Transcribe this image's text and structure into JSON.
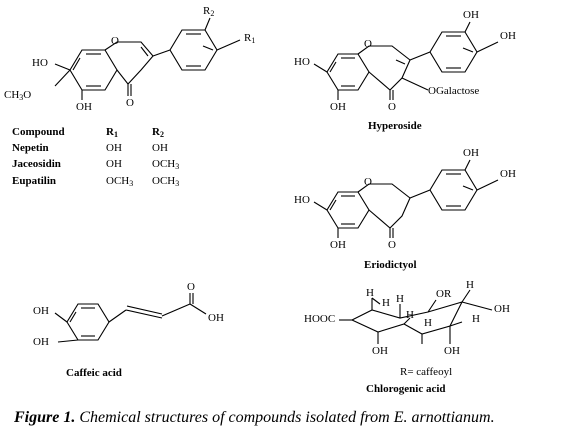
{
  "figure": {
    "caption_label": "Figure 1.",
    "caption_text": " Chemical structures of compounds isolated from E. arnottianum."
  },
  "flavone": {
    "labels": {
      "ho": "HO",
      "ch3o": "CH3O",
      "oh": "OH",
      "o_ring": "O",
      "o_keto": "O",
      "r1": "R1",
      "r2": "R2"
    },
    "table": {
      "headers": [
        "Compound",
        "R1",
        "R2"
      ],
      "rows": [
        [
          "Nepetin",
          "OH",
          "OH"
        ],
        [
          "Jaceosidin",
          "OH",
          "OCH3"
        ],
        [
          "Eupatilin",
          "OCH3",
          "OCH3"
        ]
      ]
    }
  },
  "hyperoside": {
    "name": "Hyperoside",
    "labels": {
      "ho": "HO",
      "oh_bottom": "OH",
      "oh_top": "OH",
      "oh_right": "OH",
      "o_ring": "O",
      "o_keto": "O",
      "o_galactose": "OGalactose"
    }
  },
  "eriodictyol": {
    "name": "Eriodictyol",
    "labels": {
      "ho": "HO",
      "oh_bottom": "OH",
      "oh_top": "OH",
      "oh_right": "OH",
      "o_ring": "O",
      "o_keto": "O"
    }
  },
  "caffeic": {
    "name": "Caffeic acid",
    "labels": {
      "oh1": "OH",
      "oh2": "OH",
      "o": "O",
      "oh_acid": "OH"
    }
  },
  "chlorogenic": {
    "name": "Chlorogenic acid",
    "r_def": "R= caffeoyl",
    "labels": {
      "hooc": "HOOC",
      "or": "OR",
      "oh_left": "OH",
      "oh_mid": "OH",
      "oh_right": "OH",
      "h": "H"
    }
  }
}
